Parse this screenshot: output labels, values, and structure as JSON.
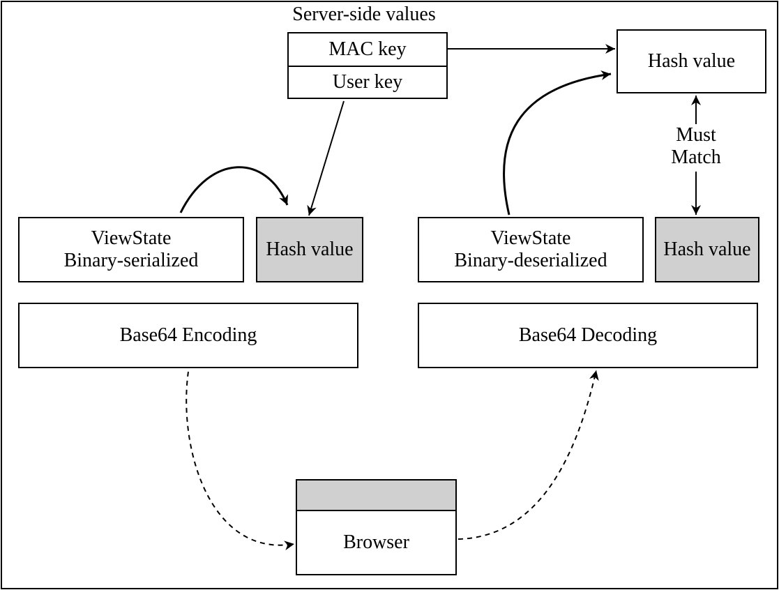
{
  "server": {
    "title": "Server-side values",
    "mac_key": "MAC key",
    "user_key": "User key"
  },
  "hash_top": "Hash value",
  "must_match": {
    "line1": "Must",
    "line2": "Match"
  },
  "left": {
    "viewstate_line1": "ViewState",
    "viewstate_line2": "Binary-serialized",
    "hash": "Hash value",
    "encoding": "Base64 Encoding"
  },
  "right": {
    "viewstate_line1": "ViewState",
    "viewstate_line2": "Binary-deserialized",
    "hash": "Hash value",
    "decoding": "Base64 Decoding"
  },
  "browser": {
    "label": "Browser"
  },
  "colors": {
    "shaded_fill": "#d0d0d0",
    "stroke": "#000000"
  }
}
